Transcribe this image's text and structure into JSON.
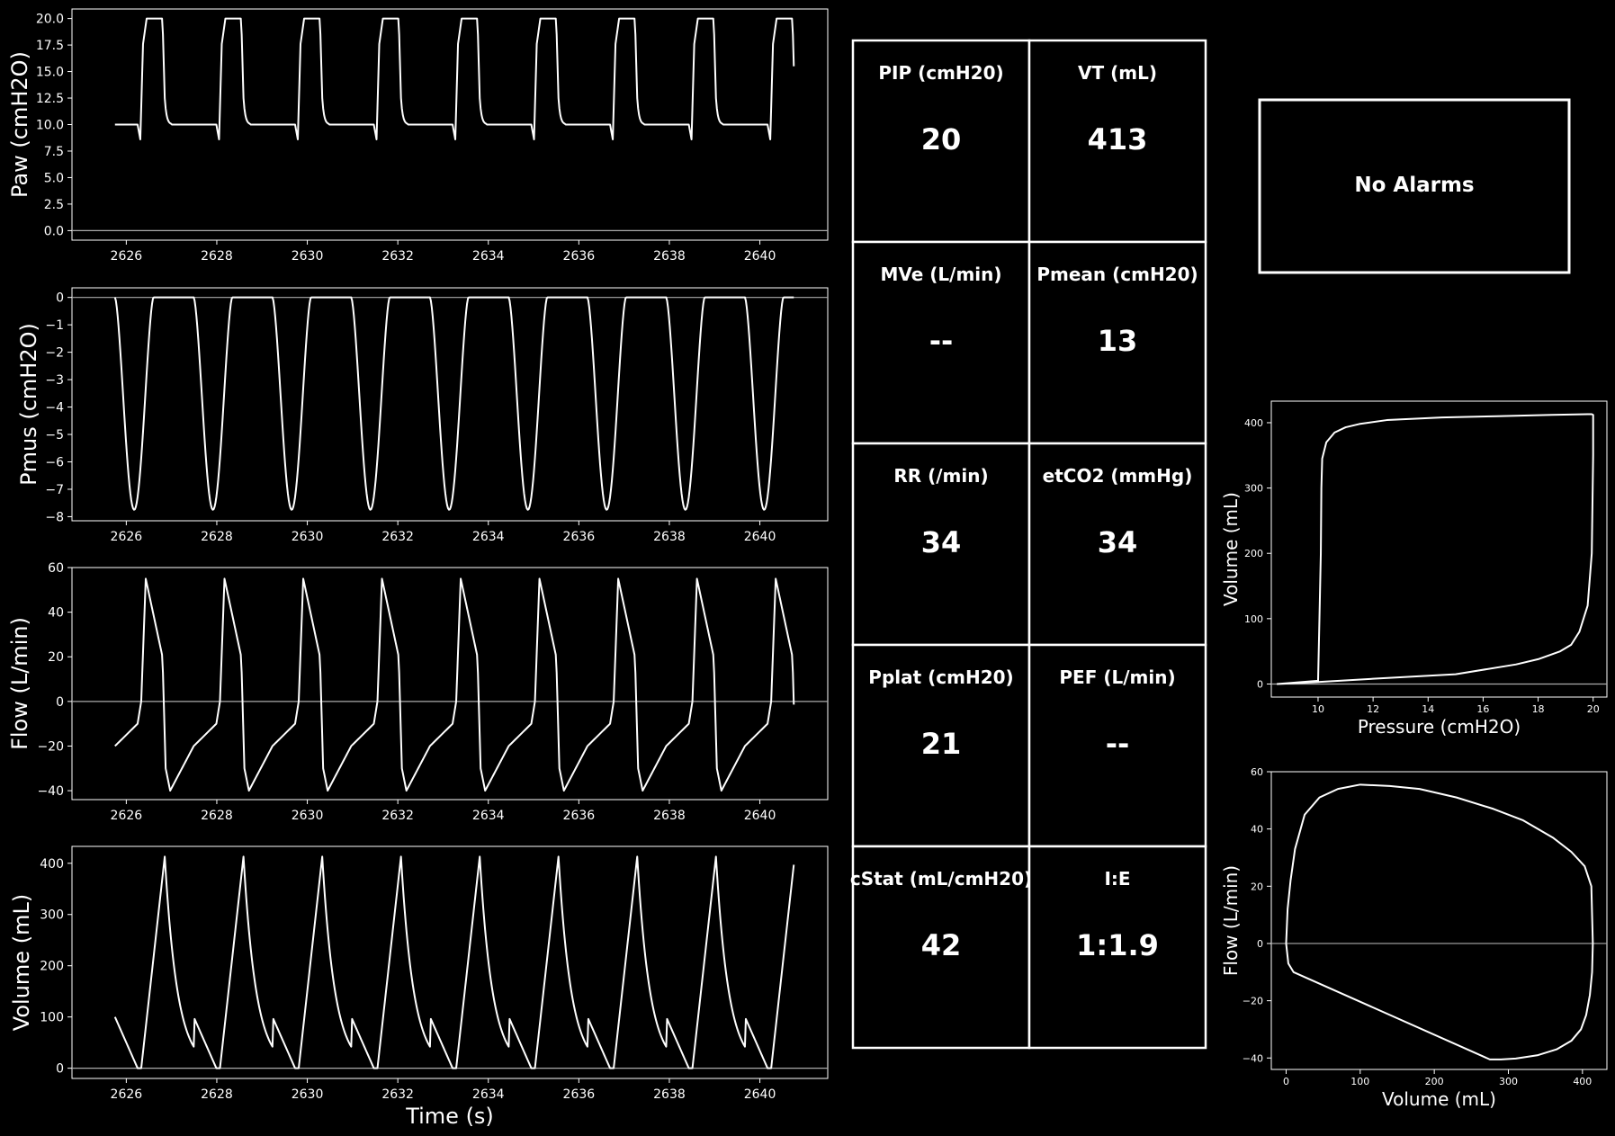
{
  "chart_data": [
    {
      "type": "line",
      "id": "paw",
      "ylabel": "Paw (cmH2O)",
      "xlabel": "",
      "xlim": [
        2624.8,
        2641.5
      ],
      "ylim": [
        -0.9,
        20.9
      ],
      "xticks": [
        2626,
        2628,
        2630,
        2632,
        2634,
        2636,
        2638,
        2640
      ],
      "xtick_labels": [
        "2626",
        "2628",
        "2630",
        "2632",
        "2634",
        "2636",
        "2638",
        "2640"
      ],
      "yticks": [
        0,
        2.5,
        5,
        7.5,
        10,
        12.5,
        15,
        17.5,
        20
      ],
      "ytick_labels": [
        "0.0",
        "2.5",
        "5.0",
        "7.5",
        "10.0",
        "12.5",
        "15.0",
        "17.5",
        "20.0"
      ],
      "zero_line": true,
      "series": [
        {
          "x": [],
          "y": []
        }
      ]
    },
    {
      "type": "line",
      "id": "pmus",
      "ylabel": "Pmus (cmH2O)",
      "xlabel": "",
      "xlim": [
        2624.8,
        2641.5
      ],
      "ylim": [
        -8.15,
        0.35
      ],
      "xticks": [
        2626,
        2628,
        2630,
        2632,
        2634,
        2636,
        2638,
        2640
      ],
      "xtick_labels": [
        "2626",
        "2628",
        "2630",
        "2632",
        "2634",
        "2636",
        "2638",
        "2640"
      ],
      "yticks": [
        0,
        -1,
        -2,
        -3,
        -4,
        -5,
        -6,
        -7,
        -8
      ],
      "ytick_labels": [
        "0",
        "−1",
        "−2",
        "−3",
        "−4",
        "−5",
        "−6",
        "−7",
        "−8"
      ],
      "zero_line": true,
      "series": [
        {
          "x": [],
          "y": []
        }
      ]
    },
    {
      "type": "line",
      "id": "flow",
      "ylabel": "Flow (L/min)",
      "xlabel": "",
      "xlim": [
        2624.8,
        2641.5
      ],
      "ylim": [
        -44,
        60
      ],
      "xticks": [
        2626,
        2628,
        2630,
        2632,
        2634,
        2636,
        2638,
        2640
      ],
      "xtick_labels": [
        "2626",
        "2628",
        "2630",
        "2632",
        "2634",
        "2636",
        "2638",
        "2640"
      ],
      "yticks": [
        60,
        40,
        20,
        0,
        -20,
        -40
      ],
      "ytick_labels": [
        "60",
        "40",
        "20",
        "0",
        "−20",
        "−40"
      ],
      "zero_line": true,
      "series": [
        {
          "x": [],
          "y": []
        }
      ]
    },
    {
      "type": "line",
      "id": "volume",
      "ylabel": "Volume (mL)",
      "xlabel": "Time (s)",
      "xlim": [
        2624.8,
        2641.5
      ],
      "ylim": [
        -20,
        433
      ],
      "xticks": [
        2626,
        2628,
        2630,
        2632,
        2634,
        2636,
        2638,
        2640
      ],
      "xtick_labels": [
        "2626",
        "2628",
        "2630",
        "2632",
        "2634",
        "2636",
        "2638",
        "2640"
      ],
      "yticks": [
        0,
        100,
        200,
        300,
        400
      ],
      "ytick_labels": [
        "0",
        "100",
        "200",
        "300",
        "400"
      ],
      "zero_line": true,
      "series": [
        {
          "x": [],
          "y": []
        }
      ]
    },
    {
      "type": "line",
      "id": "pv-loop",
      "xlabel": "Pressure (cmH2O)",
      "ylabel": "Volume (mL)",
      "xlim": [
        8.3,
        20.5
      ],
      "ylim": [
        -20,
        433
      ],
      "xticks": [
        10,
        12,
        14,
        16,
        18,
        20
      ],
      "xtick_labels": [
        "10",
        "12",
        "14",
        "16",
        "18",
        "20"
      ],
      "yticks": [
        0,
        100,
        200,
        300,
        400
      ],
      "ytick_labels": [
        "0",
        "100",
        "200",
        "300",
        "400"
      ],
      "zero_line": true,
      "series": [
        {
          "x": [
            8.5,
            10.0,
            10.05,
            10.1,
            10.12,
            10.15,
            10.3,
            10.6,
            11.0,
            11.5,
            12.5,
            14.5,
            16.5,
            18.5,
            19.8,
            19.95,
            20.0,
            20.0,
            19.95,
            19.8,
            19.5,
            19.2,
            18.8,
            18.0,
            17.2,
            15.0,
            12.0,
            10.0,
            9.0,
            8.5
          ],
          "y": [
            0,
            5,
            100,
            200,
            300,
            345,
            370,
            385,
            393,
            398,
            404,
            408,
            410,
            412,
            413,
            413,
            412,
            350,
            200,
            120,
            80,
            60,
            50,
            38,
            30,
            15,
            8,
            3,
            1,
            0
          ]
        }
      ]
    },
    {
      "type": "line",
      "id": "fv-loop",
      "xlabel": "Volume (mL)",
      "ylabel": "Flow (L/min)",
      "xlim": [
        -20,
        433
      ],
      "ylim": [
        -44,
        60
      ],
      "xticks": [
        0,
        100,
        200,
        300,
        400
      ],
      "xtick_labels": [
        "0",
        "100",
        "200",
        "300",
        "400"
      ],
      "yticks": [
        60,
        40,
        20,
        0,
        -20,
        -40
      ],
      "ytick_labels": [
        "60",
        "40",
        "20",
        "0",
        "−20",
        "−40"
      ],
      "zero_line": true,
      "series": [
        {
          "x": [
            0,
            2,
            6,
            12,
            25,
            45,
            70,
            100,
            140,
            180,
            230,
            280,
            320,
            360,
            385,
            403,
            412,
            413,
            414,
            413,
            410,
            405,
            398,
            385,
            365,
            340,
            310,
            290,
            275,
            10,
            3,
            0
          ],
          "y": [
            0,
            12,
            22,
            33,
            45,
            51,
            54,
            55.5,
            55,
            54,
            51,
            47,
            43,
            37,
            32,
            27,
            20,
            10,
            0,
            -10,
            -18,
            -25,
            -30,
            -34,
            -37,
            -39,
            -40.2,
            -40.5,
            -40.5,
            -10,
            -7,
            0
          ]
        }
      ]
    }
  ],
  "waveform_template": {
    "period": 1.74,
    "first_start": 2625.75,
    "n_breaths": 9,
    "t_end": 2640.75
  },
  "metrics": [
    {
      "label": "PIP (cmH20)",
      "value": "20"
    },
    {
      "label": "VT (mL)",
      "value": "413"
    },
    {
      "label": "MVe (L/min)",
      "value": "--"
    },
    {
      "label": "Pmean (cmH20)",
      "value": "13"
    },
    {
      "label": "RR (/min)",
      "value": "34"
    },
    {
      "label": "etCO2 (mmHg)",
      "value": "34"
    },
    {
      "label": "Pplat (cmH20)",
      "value": "21"
    },
    {
      "label": "PEF (L/min)",
      "value": "--"
    },
    {
      "label": "cStat (mL/cmH20)",
      "value": "42"
    },
    {
      "label": "I:E",
      "value": "1:1.9"
    }
  ],
  "alarm": {
    "text": "No Alarms"
  },
  "colors": {
    "background": "#000000",
    "foreground": "#ffffff",
    "zero_line": "#aaaaaa"
  }
}
